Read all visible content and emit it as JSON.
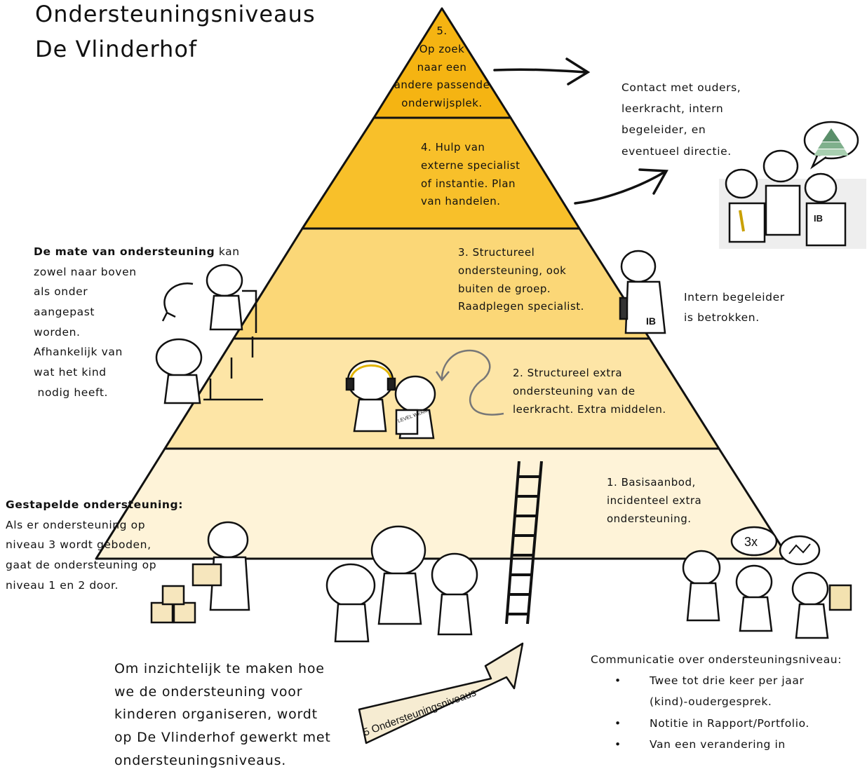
{
  "title": {
    "line1": "Ondersteuningsniveaus",
    "line2": "De Vlinderhof"
  },
  "colors": {
    "level5": "#f5b412",
    "level4": "#f8c02a",
    "level3": "#fbd777",
    "level2": "#fde5a6",
    "level1": "#fef3d8",
    "outline": "#111111"
  },
  "levels": {
    "l5": {
      "line1": "5.",
      "line2": "Op zoek",
      "line3": "naar een",
      "line4": "andere passende",
      "line5": "onderwijsplek."
    },
    "l4": {
      "line1": "4. Hulp van",
      "line2": "externe specialist",
      "line3": "of instantie. Plan",
      "line4": "van handelen."
    },
    "l3": {
      "line1": "3. Structureel",
      "line2": "ondersteuning, ook",
      "line3": "buiten de groep.",
      "line4": "Raadplegen specialist."
    },
    "l2": {
      "line1": "2. Structureel extra",
      "line2": "ondersteuning van de",
      "line3": "leerkracht. Extra middelen."
    },
    "l1": {
      "line1": "1. Basisaanbod,",
      "line2": "incidenteel extra",
      "line3": "ondersteuning."
    }
  },
  "contact": {
    "line1": "Contact met ouders,",
    "line2": "leerkracht, intern",
    "line3": "begeleider, en",
    "line4": "eventueel directie."
  },
  "ib_note": {
    "line1": "Intern begeleider",
    "line2": "is betrokken."
  },
  "mate": {
    "bold": "De mate van ondersteuning",
    "rest": " kan",
    "line2": "zowel naar boven",
    "line3": "als onder",
    "line4": "aangepast",
    "line5": "worden.",
    "line6": "Afhankelijk van",
    "line7": "wat het kind",
    "line8": " nodig heeft."
  },
  "gestapeld": {
    "heading": "Gestapelde ondersteuning:",
    "line1": "Als er ondersteuning op",
    "line2": "niveau 3 wordt geboden,",
    "line3": "gaat de ondersteuning op",
    "line4": "niveau 1 en 2 door."
  },
  "intro": {
    "line1": "Om inzichtelijk te maken hoe",
    "line2": "we de ondersteuning voor",
    "line3": "kinderen organiseren, wordt",
    "line4": "op De Vlinderhof gewerkt met",
    "line5": "ondersteuningsniveaus."
  },
  "communicatie": {
    "heading": "Communicatie over ondersteuningsniveau:",
    "bullet1a": "Twee tot drie keer per jaar",
    "bullet1b": "(kind)-oudergesprek.",
    "bullet2": "Notitie in Rapport/Portfolio.",
    "bullet3": "Van een verandering in"
  },
  "badges": {
    "ib": "IB",
    "ib_shirt": "IB",
    "times": "3x",
    "level_book": "LEVEL WERK"
  },
  "arrow_label": "5 Ondersteuningsniveaus",
  "icons": [
    "arrow-right-icon",
    "arrow-up-right-icon",
    "ladder-icon",
    "speech-bubble-icon",
    "curved-arrow-icon"
  ]
}
